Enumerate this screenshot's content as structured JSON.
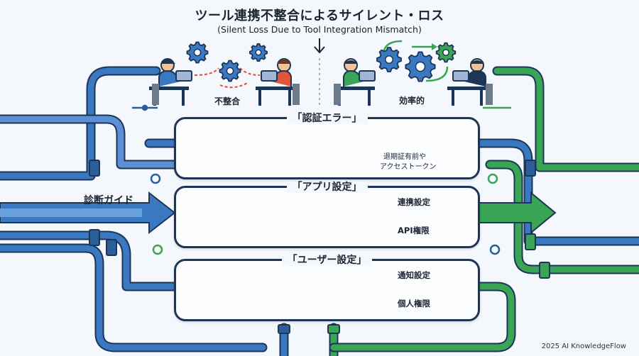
{
  "title": "ツール連携不整合によるサイレント・ロス",
  "subtitle": "(Silent Loss Due to Tool Integration Mismatch)",
  "top_labels": {
    "mismatch": "不整合",
    "efficient": "効率的"
  },
  "guide_label": "診断ガイド",
  "panels": [
    {
      "title": "「認証エラー」",
      "caption_line1": "退期証有前や",
      "caption_line2": "アクセストークン"
    },
    {
      "title": "「アプリ設定」",
      "branch_top": "連携設定",
      "branch_bottom": "API権限"
    },
    {
      "title": "「ユーザー設定」",
      "branch_top": "通知設定",
      "branch_bottom": "個人権限"
    }
  ],
  "copyright": "2025 AI KnowledgeFlow",
  "colors": {
    "navy": "#1d3557",
    "blue": "#3a78c2",
    "green": "#3aa655",
    "orange": "#f08a24",
    "red": "#e04b3c"
  }
}
